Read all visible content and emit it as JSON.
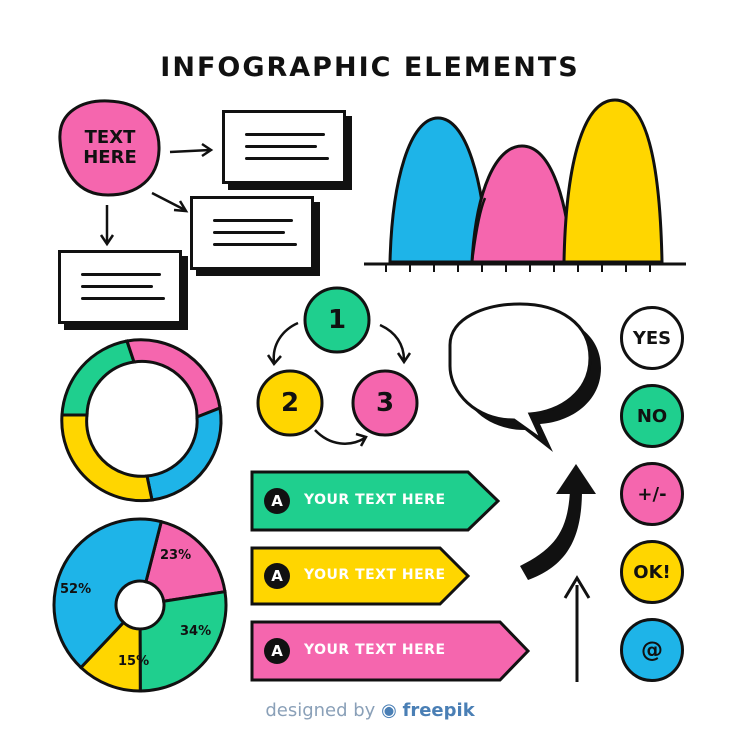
{
  "title": "INFOGRAPHIC ELEMENTS",
  "colors": {
    "blue": "#1EB4E8",
    "pink": "#F566AE",
    "yellow": "#FFD600",
    "green": "#1FCF8E",
    "ink": "#111111"
  },
  "flowchart": {
    "circle_text_line1": "TEXT",
    "circle_text_line2": "HERE"
  },
  "cycle": {
    "step1": "1",
    "step2": "2",
    "step3": "3"
  },
  "pie": {
    "slices": [
      {
        "label": "52%",
        "value": 52,
        "color": "blue"
      },
      {
        "label": "23%",
        "value": 23,
        "color": "pink"
      },
      {
        "label": "34%",
        "value": 34,
        "color": "green"
      },
      {
        "label": "15%",
        "value": 15,
        "color": "yellow"
      }
    ]
  },
  "banners": [
    {
      "badge": "A",
      "text": "YOUR TEXT HERE",
      "color": "green"
    },
    {
      "badge": "A",
      "text": "YOUR TEXT HERE",
      "color": "yellow"
    },
    {
      "badge": "A",
      "text": "YOUR TEXT HERE",
      "color": "pink"
    }
  ],
  "buttons": [
    {
      "label": "YES",
      "color": "white"
    },
    {
      "label": "NO",
      "color": "green"
    },
    {
      "label": "+/-",
      "color": "pink"
    },
    {
      "label": "OK!",
      "color": "yellow"
    },
    {
      "label": "@",
      "color": "blue"
    }
  ],
  "footer": {
    "prefix": "designed by",
    "brand": "freepik"
  }
}
